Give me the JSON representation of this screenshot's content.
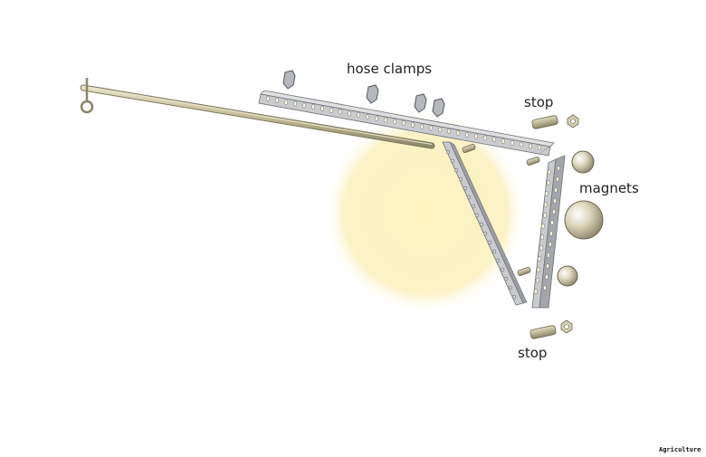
{
  "diagram": {
    "title": "Exploded assembly of pole holder",
    "glow_color": "#fbf3c4",
    "metal_color": "#c9cbce",
    "metal_dark": "#8f9296",
    "rod_color": "#c7bf9f",
    "brass_color": "#cfc7a4",
    "labels": {
      "hose_clamps": "hose clamps",
      "stop_top": "stop",
      "magnets": "magnets",
      "stop_bottom": "stop"
    },
    "credit": "Agriculture",
    "parts": [
      {
        "name": "rod-with-ring-pin"
      },
      {
        "name": "horizontal-angle-bracket"
      },
      {
        "name": "diagonal-angle-bracket"
      },
      {
        "name": "vertical-angle-bracket"
      },
      {
        "name": "hose-clamp",
        "count": 4
      },
      {
        "name": "bolt-and-nut",
        "count": 2
      },
      {
        "name": "small-bolts",
        "count": 3
      },
      {
        "name": "magnet",
        "count": 3
      }
    ]
  }
}
